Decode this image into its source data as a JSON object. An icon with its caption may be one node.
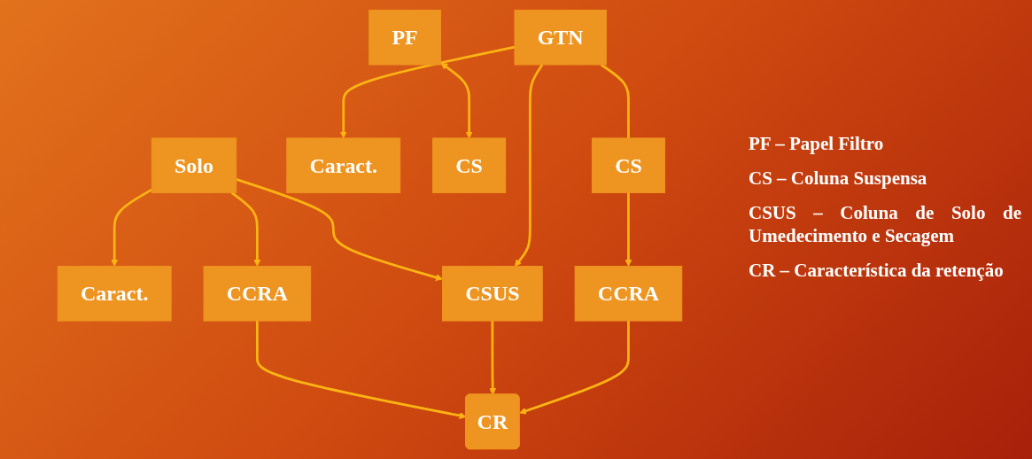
{
  "diagram": {
    "nodes": [
      {
        "text": [
          "Solo"
        ]
      },
      {
        "text": [
          "GTN"
        ]
      },
      {
        "text": [
          "Caract."
        ]
      },
      {
        "text": [
          "Caract."
        ]
      },
      {
        "text": [
          "PF"
        ]
      },
      {
        "text": [
          "CS"
        ]
      },
      {
        "text": [
          "CS"
        ]
      },
      {
        "text": [
          "CSUS"
        ]
      },
      {
        "text": [
          "CCRA"
        ]
      },
      {
        "text": [
          "CR"
        ]
      },
      {
        "text": [
          "CCRA"
        ]
      }
    ],
    "edges": [
      {
        "from": 0,
        "to": 2,
        "arrow": "to"
      },
      {
        "from": 1,
        "to": 3,
        "arrow": "to"
      },
      {
        "from": 0,
        "to": 7,
        "arrow": "to"
      },
      {
        "from": 1,
        "to": 7,
        "arrow": "to"
      },
      {
        "from": 0,
        "to": 8,
        "arrow": "to"
      },
      {
        "from": 4,
        "to": 5,
        "arrow": "both"
      },
      {
        "from": 1,
        "to": 6,
        "arrow": "none"
      },
      {
        "from": 6,
        "to": 10,
        "arrow": "to"
      },
      {
        "from": 8,
        "to": 9,
        "arrow": "to"
      },
      {
        "from": 7,
        "to": 9,
        "arrow": "to"
      },
      {
        "from": 10,
        "to": 9,
        "arrow": "to"
      }
    ],
    "labels": [
      "PF – Papel Filtro",
      "CS – Coluna Suspensa",
      "CSUS – Coluna de Solo de Umedecimento e Secagem",
      "CR – Característica da retenção"
    ]
  }
}
